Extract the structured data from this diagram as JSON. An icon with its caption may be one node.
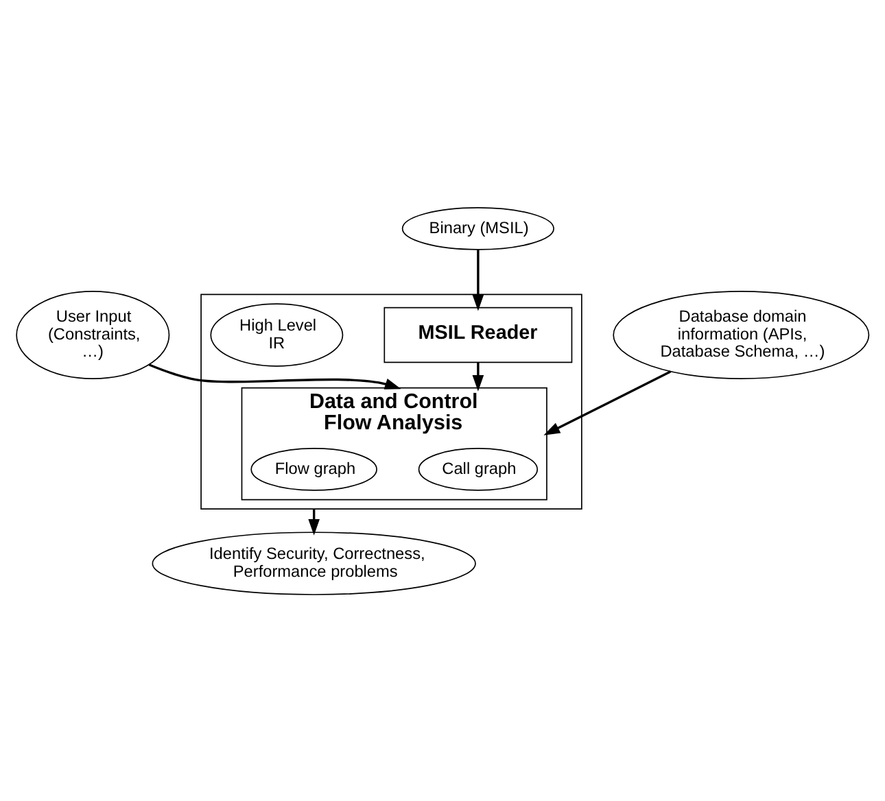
{
  "diagram": {
    "nodes": [
      {
        "text": [
          "User Input (Constraints, …)"
        ]
      },
      {
        "text": [
          "Binary (MSIL)"
        ]
      },
      {
        "text": [
          "Database domain information (APIs, Database Schema, …)"
        ]
      },
      {
        "text": [],
        "shape": "box"
      },
      {
        "text": [
          "MSIL Reader"
        ],
        "in": 3
      },
      {
        "text": [
          "High Level IR"
        ],
        "in": 3
      },
      {
        "text": [
          "Data and Control Flow Analysis"
        ],
        "in": 3
      },
      {
        "text": [
          "Call graph"
        ],
        "in": 6
      },
      {
        "text": [
          "Flow graph"
        ],
        "in": 6
      },
      {
        "text": [
          "Identify Security, Correctness, Performance problems"
        ]
      }
    ],
    "edges": [
      {
        "from": 0,
        "to": 6,
        "arrow": "to"
      },
      {
        "from": 1,
        "to": 4,
        "arrow": "to"
      },
      {
        "from": 4,
        "to": 6,
        "arrow": "to"
      },
      {
        "from": 2,
        "to": 6,
        "arrow": "to"
      },
      {
        "from": 3,
        "to": 9,
        "arrow": "to"
      }
    ]
  }
}
